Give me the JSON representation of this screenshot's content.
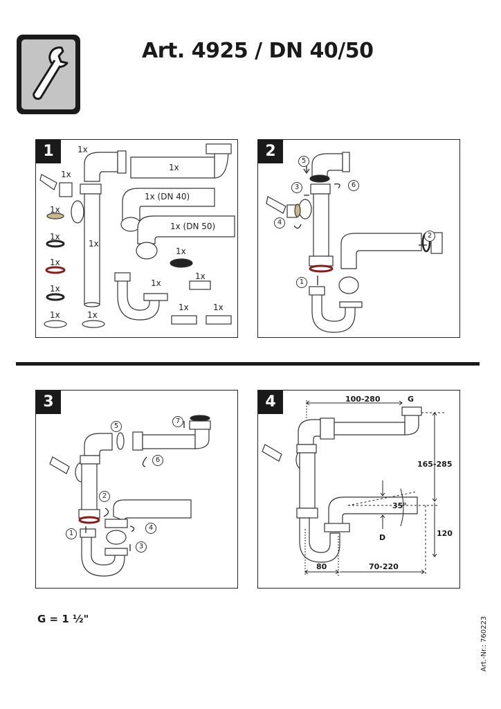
{
  "title": "Art. 4925 / DN 40/50",
  "footnote": "G = 1 ½\"",
  "article_number": "Art.-Nr.: 760223",
  "panel1": {
    "number": "1",
    "quantities": {
      "elbow": "1x",
      "swivel": "1x",
      "washer_beige": "1x",
      "ring_black_1": "1x",
      "ring_red": "1x",
      "ring_black_2": "1x",
      "nut_left": "1x",
      "nut_right": "1x",
      "body": "1x",
      "tube": "1x",
      "bend_dn40": "1x (DN 40)",
      "bend_dn50": "1x (DN 50)",
      "cap": "1x",
      "trap": "1x",
      "nut_a": "1x",
      "nut_b": "1x",
      "nut_c": "1x"
    }
  },
  "panel2": {
    "number": "2",
    "callouts": [
      "1",
      "2",
      "3",
      "4",
      "5",
      "6"
    ]
  },
  "panel3": {
    "number": "3",
    "callouts": [
      "1",
      "2",
      "3",
      "4",
      "5",
      "6",
      "7"
    ]
  },
  "panel4": {
    "number": "4",
    "dimensions": {
      "width_top": "100-280",
      "thread": "G",
      "height_range": "165-285",
      "angle": "35°",
      "diameter": "D",
      "height_low": "120",
      "offset": "80",
      "width_bottom": "70-220"
    }
  }
}
